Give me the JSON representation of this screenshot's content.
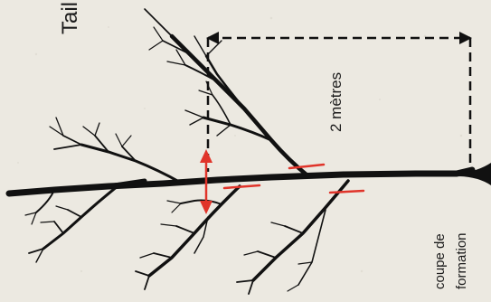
{
  "title": "Tail",
  "dimension_label": "2 mètres",
  "cut_label": {
    "line1": "coupe de",
    "line2": "formation"
  },
  "colors": {
    "background": "#ece9e1",
    "branch": "#111111",
    "cut_mark": "#e0342a",
    "dimension_line": "#111111"
  }
}
